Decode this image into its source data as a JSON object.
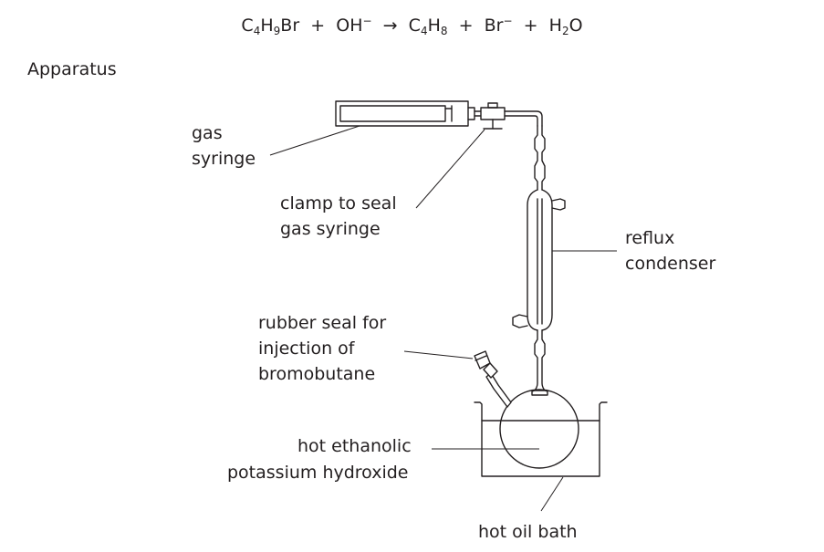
{
  "equation": {
    "reactant": {
      "base": "C",
      "sub1": "4",
      "mid": "H",
      "sub2": "9",
      "tail": "Br"
    },
    "plus1": "+",
    "hydroxide": {
      "base": "OH",
      "sup": "−"
    },
    "arrow": "→",
    "product1": {
      "base": "C",
      "sub1": "4",
      "mid": "H",
      "sub2": "8"
    },
    "plus2": "+",
    "bromide": {
      "base": "Br",
      "sup": "−"
    },
    "plus3": "+",
    "water": {
      "base": "H",
      "sub": "2",
      "tail": "O"
    }
  },
  "heading": "Apparatus",
  "labels": {
    "gas_syringe": [
      "gas",
      "syringe"
    ],
    "clamp": [
      "clamp to seal",
      "gas syringe"
    ],
    "condenser": [
      "reflux",
      "condenser"
    ],
    "rubber_seal": [
      "rubber seal for",
      "injection of",
      "bromobutane"
    ],
    "koh": [
      "hot ethanolic",
      "potassium hydroxide"
    ],
    "oil_bath": "hot oil bath"
  }
}
